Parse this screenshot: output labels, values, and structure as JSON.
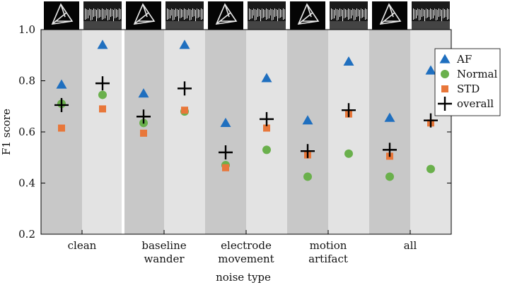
{
  "chart_data": {
    "type": "scatter",
    "ylabel": "F1 score",
    "xlabel": "noise type",
    "ylim": [
      0.2,
      1.0
    ],
    "yticks": [
      0.2,
      0.4,
      0.6,
      0.8,
      1.0
    ],
    "ytick_labels": [
      "0.2",
      "0.4",
      "0.6",
      "0.8",
      "1.0"
    ],
    "groups": [
      {
        "label": [
          "clean"
        ]
      },
      {
        "label": [
          "baseline",
          "wander"
        ]
      },
      {
        "label": [
          "electrode",
          "movement"
        ]
      },
      {
        "label": [
          "motion",
          "artifact"
        ]
      },
      {
        "label": [
          "all"
        ]
      }
    ],
    "subgroups": [
      "scalogram",
      "spectrogram"
    ],
    "series": [
      {
        "name": "AF",
        "marker": "triangle",
        "color": "#1f6fbf",
        "values": [
          [
            0.785,
            0.94
          ],
          [
            0.75,
            0.94
          ],
          [
            0.635,
            0.81
          ],
          [
            0.645,
            0.875
          ],
          [
            0.655,
            0.84
          ]
        ]
      },
      {
        "name": "Normal",
        "marker": "circle",
        "color": "#6ab04c",
        "values": [
          [
            0.71,
            0.745
          ],
          [
            0.635,
            0.68
          ],
          [
            0.47,
            0.53
          ],
          [
            0.425,
            0.515
          ],
          [
            0.425,
            0.455
          ]
        ]
      },
      {
        "name": "STD",
        "marker": "square",
        "color": "#e8773a",
        "values": [
          [
            0.615,
            0.69
          ],
          [
            0.595,
            0.685
          ],
          [
            0.46,
            0.615
          ],
          [
            0.51,
            0.67
          ],
          [
            0.505,
            0.635
          ]
        ]
      },
      {
        "name": "overall",
        "marker": "plus",
        "color": "#000000",
        "values": [
          [
            0.705,
            0.79
          ],
          [
            0.66,
            0.77
          ],
          [
            0.52,
            0.65
          ],
          [
            0.525,
            0.685
          ],
          [
            0.53,
            0.645
          ]
        ]
      }
    ],
    "legend_position": "top-right",
    "grid": false
  }
}
